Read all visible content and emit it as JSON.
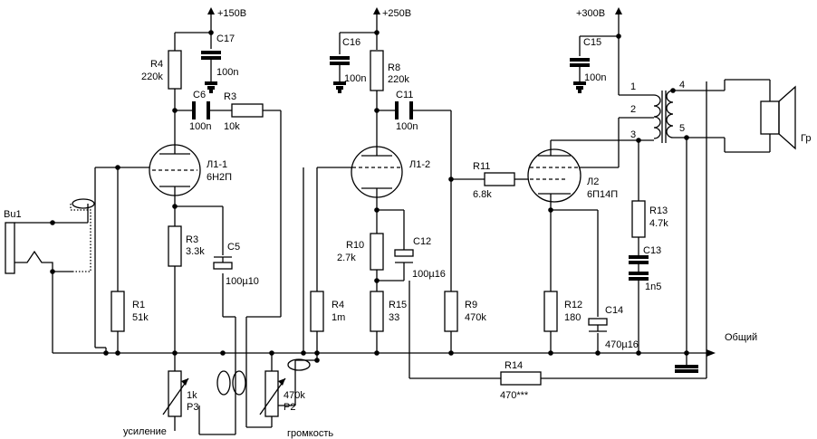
{
  "rails": {
    "plus150": "+150В",
    "plus250": "+250В",
    "plus300": "+300В",
    "ground": "Общий"
  },
  "components": {
    "c17": {
      "ref": "C17",
      "value": "100n"
    },
    "r4a": {
      "ref": "R4",
      "value": "220k"
    },
    "c6": {
      "ref": "C6",
      "value": "100n"
    },
    "r3a": {
      "ref": "R3",
      "value": "10k"
    },
    "l1_1": {
      "ref": "Л1-1",
      "value": "6Н2П"
    },
    "r3b": {
      "ref": "R3",
      "value": "3.3k"
    },
    "c5": {
      "ref": "C5",
      "value": "100µ10"
    },
    "r1": {
      "ref": "R1",
      "value": "51k"
    },
    "p3": {
      "value": "1k",
      "ref": "P3",
      "caption": "усиление"
    },
    "c16": {
      "ref": "C16",
      "value": "100n"
    },
    "r8": {
      "ref": "R8",
      "value": "220k"
    },
    "c11": {
      "ref": "C11",
      "value": "100n"
    },
    "l1_2": {
      "ref": "Л1-2"
    },
    "r10": {
      "ref": "R10",
      "value": "2.7k"
    },
    "c12": {
      "ref": "C12",
      "value": "100µ16"
    },
    "r4b": {
      "ref": "R4",
      "value": "1m"
    },
    "r15": {
      "ref": "R15",
      "value": "33"
    },
    "p2": {
      "value": "470k",
      "ref": "P2",
      "caption": "громкость"
    },
    "r9": {
      "ref": "R9",
      "value": "470k"
    },
    "r11": {
      "ref": "R11",
      "value": "6.8k"
    },
    "l2": {
      "ref": "Л2",
      "value": "6П14П"
    },
    "c15": {
      "ref": "C15",
      "value": "100n"
    },
    "r13": {
      "ref": "R13",
      "value": "4.7k"
    },
    "c13": {
      "ref": "C13",
      "value": "1n5"
    },
    "r12": {
      "ref": "R12",
      "value": "180"
    },
    "c14": {
      "ref": "C14",
      "value": "470µ16"
    },
    "r14": {
      "ref": "R14",
      "value": "470***"
    },
    "bu1": {
      "ref": "Вu1"
    },
    "speaker": {
      "ref": "Гр"
    },
    "transformer": {
      "pin1": "1",
      "pin2": "2",
      "pin3": "3",
      "pin4": "4",
      "pin5": "5"
    }
  }
}
